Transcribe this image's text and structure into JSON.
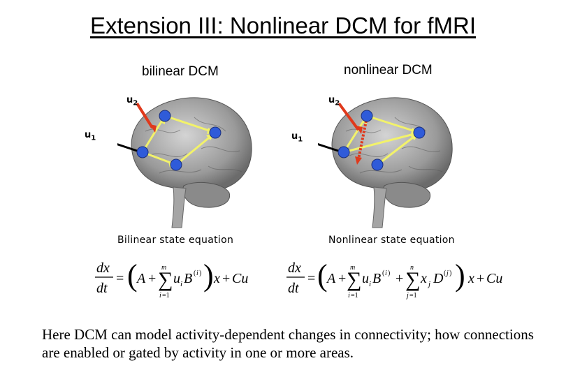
{
  "title": "Extension III: Nonlinear DCM for fMRI",
  "left_panel": {
    "label": "bilinear DCM",
    "u1": "u",
    "u1_sub": "1",
    "u2": "u",
    "u2_sub": "2",
    "equation_caption": "Bilinear state equation"
  },
  "right_panel": {
    "label": "nonlinear DCM",
    "u1": "u",
    "u1_sub": "1",
    "u2": "u",
    "u2_sub": "2",
    "equation_caption": "Nonlinear state equation"
  },
  "footer_text": "Here DCM can model activity-dependent changes in connectivity; how connections are enabled or gated by activity in one or more areas.",
  "colors": {
    "node": "#2f5bd9",
    "connection": "#f2f26a",
    "modulation": "#e0391c",
    "input": "#000000"
  }
}
